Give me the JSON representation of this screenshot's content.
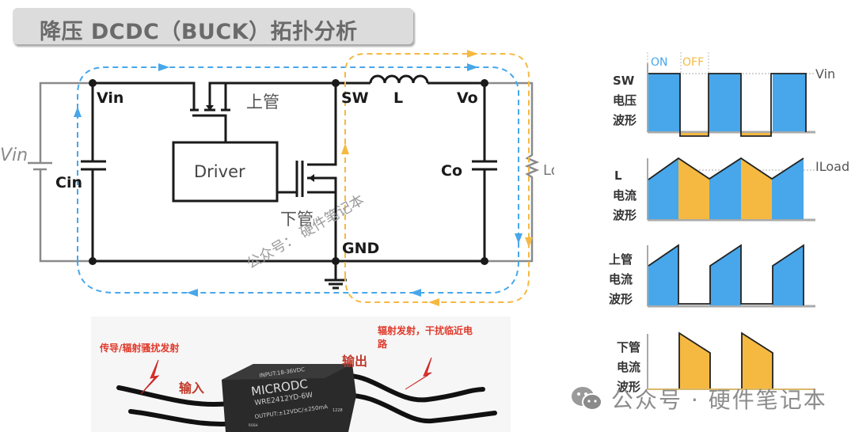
{
  "title": "降压 DCDC（BUCK）拓扑分析",
  "colors": {
    "on_blue": "#47a7ea",
    "off_yellow": "#f5b942",
    "wire": "#1a1a1a",
    "grey_wire": "#8a8a8a",
    "title_bg": "#dcdcdc",
    "title_text": "#6a6a6a",
    "red_text": "#e0392b"
  },
  "schematic": {
    "labels": {
      "vin_source": "Vin",
      "vin_node": "Vin",
      "cin": "Cin",
      "driver": "Driver",
      "high_side": "上管",
      "low_side": "下管",
      "sw": "SW",
      "inductor": "L",
      "vo": "Vo",
      "co": "Co",
      "load": "Load",
      "gnd": "GND"
    },
    "watermark": "公众号： 硬件笔记本",
    "loops": [
      {
        "name": "on-loop",
        "color": "blue",
        "direction": "clockwise"
      },
      {
        "name": "off-loop",
        "color": "yellow",
        "direction": "clockwise"
      }
    ]
  },
  "waveforms": {
    "phase_labels": {
      "on": "ON",
      "off": "OFF"
    },
    "panels": [
      {
        "id": "sw-voltage",
        "label": [
          "SW",
          "电压",
          "波形"
        ],
        "ref_label": "Vin"
      },
      {
        "id": "l-current",
        "label": [
          "L",
          "电流",
          "波形"
        ],
        "ref_label": "ILoad"
      },
      {
        "id": "hs-current",
        "label": [
          "上管",
          "电流",
          "波形"
        ],
        "ref_label": ""
      },
      {
        "id": "ls-current",
        "label": [
          "下管",
          "电流",
          "波形"
        ],
        "ref_label": ""
      }
    ]
  },
  "photo": {
    "left_note": "传导/辐射骚扰发射",
    "right_note_line1": "辐射发射，干扰临近电",
    "right_note_line2": "路",
    "input_label": "输入",
    "output_label": "输出",
    "module": {
      "input_spec": "INPUT:18-36VDC",
      "brand": "MICRODC",
      "model": "WRE2412YD-6W",
      "output_spec": "OUTPUT:±12VDC/±250mA",
      "code": "1228",
      "rohs": "ROSH"
    }
  },
  "footer_watermark": "公众号 · 硬件笔记本"
}
